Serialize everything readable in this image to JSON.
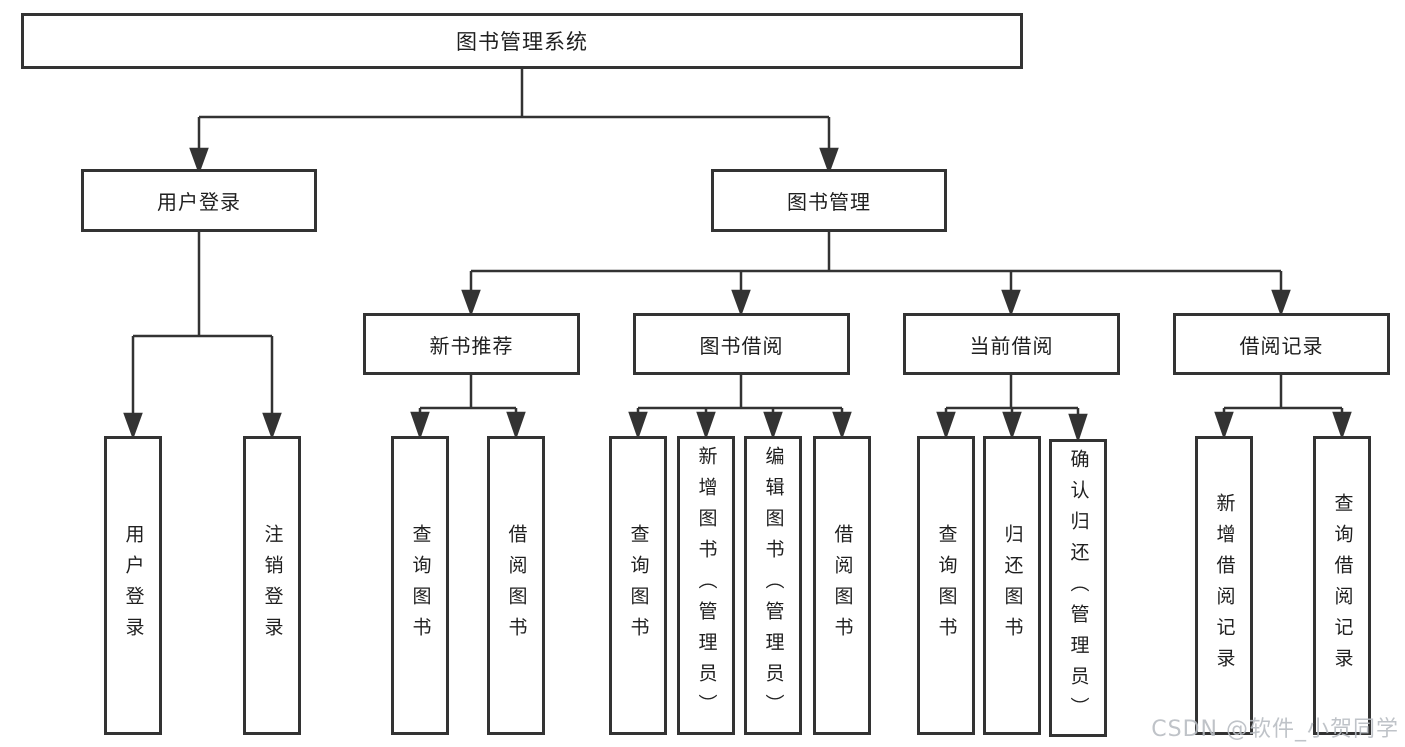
{
  "diagram": {
    "root": {
      "label": "图书管理系统"
    },
    "user_login": {
      "label": "用户登录",
      "children": [
        {
          "label": "用户登录"
        },
        {
          "label": "注销登录"
        }
      ]
    },
    "book_management": {
      "label": "图书管理",
      "sections": [
        {
          "label": "新书推荐",
          "children": [
            {
              "label": "查询图书"
            },
            {
              "label": "借阅图书"
            }
          ]
        },
        {
          "label": "图书借阅",
          "children": [
            {
              "label": "查询图书"
            },
            {
              "label": "新增图书（管理员）"
            },
            {
              "label": "编辑图书（管理员）"
            },
            {
              "label": "借阅图书"
            }
          ]
        },
        {
          "label": "当前借阅",
          "children": [
            {
              "label": "查询图书"
            },
            {
              "label": "归还图书"
            },
            {
              "label": "确认归还（管理员）"
            }
          ]
        },
        {
          "label": "借阅记录",
          "children": [
            {
              "label": "新增借阅记录"
            },
            {
              "label": "查询借阅记录"
            }
          ]
        }
      ]
    },
    "watermark": "CSDN @软件_小贺同学"
  },
  "colors": {
    "line": "#333333",
    "box_border": "#333333",
    "text": "#1f1f1f",
    "watermark": "#b9bdc3",
    "background": "#ffffff"
  }
}
